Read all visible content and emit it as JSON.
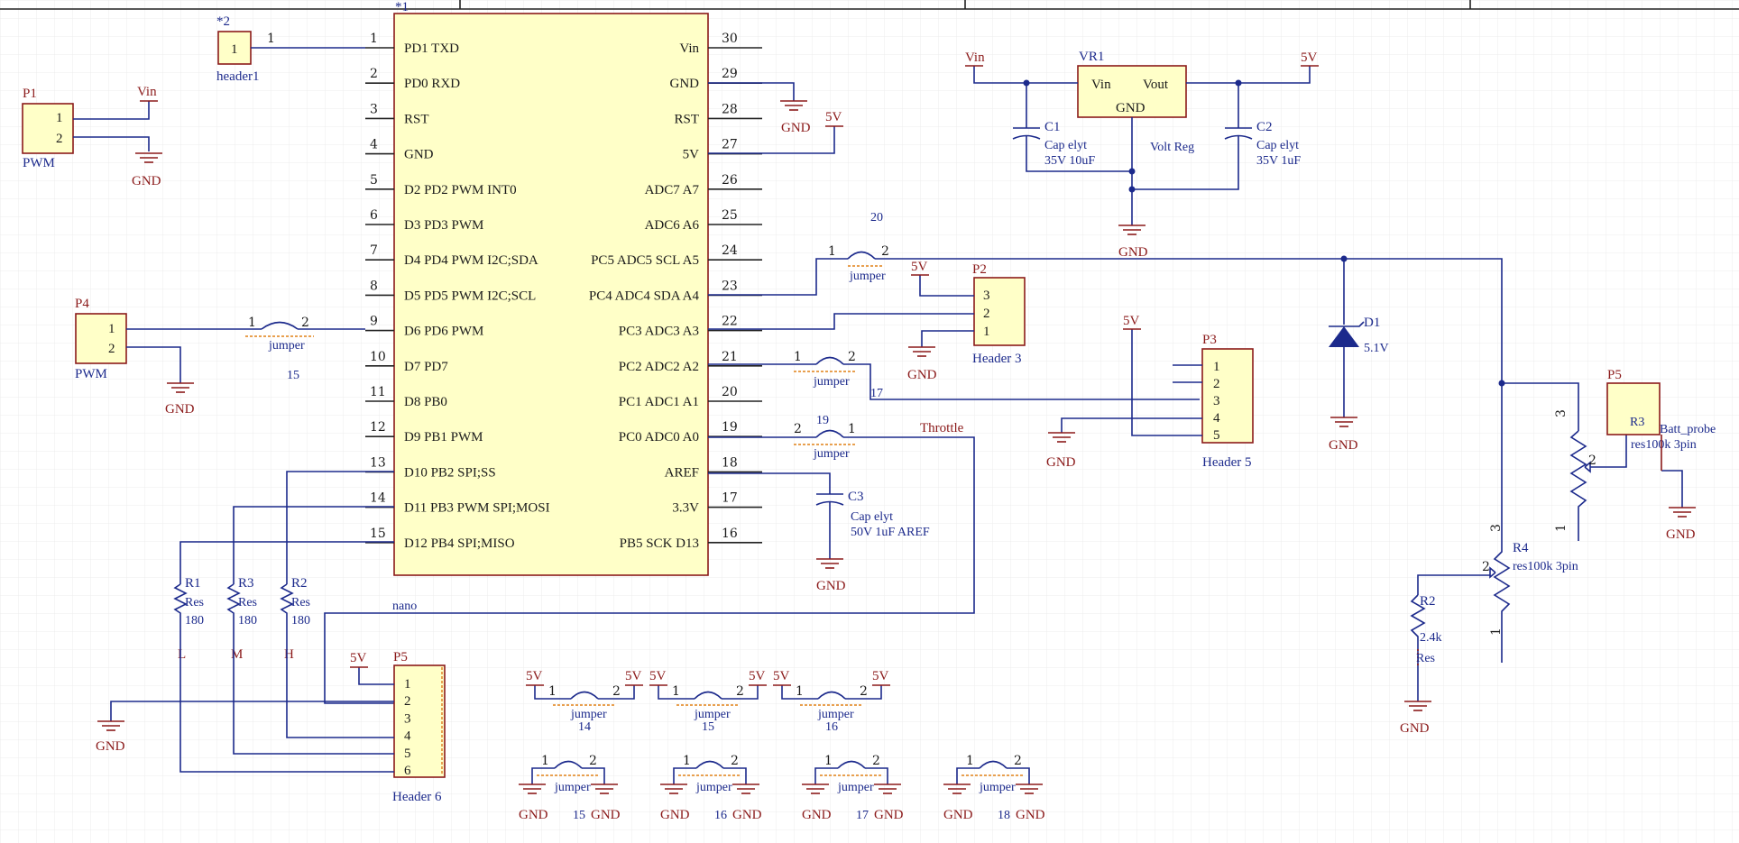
{
  "title_block": [
    "*1"
  ],
  "nano": {
    "designator": "*1",
    "name": "nano",
    "left_pins": [
      {
        "num": "1",
        "label": "PD1 TXD"
      },
      {
        "num": "2",
        "label": "PD0 RXD"
      },
      {
        "num": "3",
        "label": "RST"
      },
      {
        "num": "4",
        "label": "GND"
      },
      {
        "num": "5",
        "label": "D2 PD2 PWM INT0"
      },
      {
        "num": "6",
        "label": "D3 PD3 PWM"
      },
      {
        "num": "7",
        "label": "D4 PD4 PWM I2C;SDA"
      },
      {
        "num": "8",
        "label": "D5 PD5 PWM I2C;SCL"
      },
      {
        "num": "9",
        "label": "D6 PD6 PWM"
      },
      {
        "num": "10",
        "label": "D7 PD7"
      },
      {
        "num": "11",
        "label": "D8 PB0"
      },
      {
        "num": "12",
        "label": "D9 PB1 PWM"
      },
      {
        "num": "13",
        "label": "D10 PB2 SPI;SS"
      },
      {
        "num": "14",
        "label": "D11 PB3 PWM SPI;MOSI"
      },
      {
        "num": "15",
        "label": "D12 PB4 SPI;MISO"
      }
    ],
    "right_pins": [
      {
        "num": "30",
        "label": "Vin"
      },
      {
        "num": "29",
        "label": "GND"
      },
      {
        "num": "28",
        "label": "RST"
      },
      {
        "num": "27",
        "label": "5V"
      },
      {
        "num": "26",
        "label": "ADC7 A7"
      },
      {
        "num": "25",
        "label": "ADC6 A6"
      },
      {
        "num": "24",
        "label": "PC5 ADC5 SCL A5"
      },
      {
        "num": "23",
        "label": "PC4 ADC4 SDA A4"
      },
      {
        "num": "22",
        "label": "PC3 ADC3 A3"
      },
      {
        "num": "21",
        "label": "PC2 ADC2 A2"
      },
      {
        "num": "20",
        "label": "PC1 ADC1 A1"
      },
      {
        "num": "19",
        "label": "PC0 ADC0 A0"
      },
      {
        "num": "18",
        "label": "AREF"
      },
      {
        "num": "17",
        "label": "3.3V"
      },
      {
        "num": "16",
        "label": "PB5 SCK D13"
      }
    ]
  },
  "header1": {
    "designator": "*2",
    "name": "header1",
    "pin": "1",
    "net_num": "1"
  },
  "P1": {
    "designator": "P1",
    "name": "PWM",
    "pins": [
      "1",
      "2"
    ],
    "vin": "Vin",
    "gnd": "GND"
  },
  "P4": {
    "designator": "P4",
    "name": "PWM",
    "pins": [
      "1",
      "2"
    ],
    "gnd": "GND"
  },
  "jumper_9": {
    "name": "jumper",
    "num": "15",
    "p1": "1",
    "p2": "2"
  },
  "gnd_labels": {
    "nano29": "GND",
    "nano5v": "5V"
  },
  "VR1": {
    "designator": "VR1",
    "vin_pin": "Vin",
    "vout_pin": "Vout",
    "gnd_pin": "GND",
    "desc": "Volt Reg",
    "vin_port": "Vin",
    "vout_port": "5V",
    "gnd": "GND"
  },
  "C1": {
    "designator": "C1",
    "type": "Cap elyt",
    "value": "35V 10uF"
  },
  "C2": {
    "designator": "C2",
    "type": "Cap elyt",
    "value": "35V 1uF"
  },
  "C3": {
    "designator": "C3",
    "type": "Cap elyt",
    "value": "50V 1uF AREF",
    "gnd": "GND"
  },
  "jumper_20": {
    "name": "jumper",
    "num": "20",
    "p1": "1",
    "p2": "2"
  },
  "jumper_17": {
    "name": "jumper",
    "num": "17",
    "p1": "1",
    "p2": "2"
  },
  "jumper_19": {
    "name": "jumper",
    "num": "19",
    "p1": "2",
    "p2": "1",
    "net": "Throttle"
  },
  "P2": {
    "designator": "P2",
    "name": "Header 3",
    "pins": [
      "3",
      "2",
      "1"
    ],
    "v5": "5V",
    "gnd": "GND"
  },
  "P3": {
    "designator": "P3",
    "name": "Header 5",
    "pins": [
      "1",
      "2",
      "3",
      "4",
      "5"
    ],
    "v5": "5V",
    "gnd": "GND"
  },
  "D1": {
    "designator": "D1",
    "value": "5.1V",
    "gnd": "GND"
  },
  "P5_batt": {
    "designator": "P5",
    "name": "Batt_probe",
    "gnd": "GND"
  },
  "R3_pot": {
    "designator": "R3",
    "value": "res100k 3pin",
    "pin1": "1",
    "pin2": "2",
    "pin3": "3"
  },
  "R4_pot": {
    "designator": "R4",
    "value": "res100k 3pin",
    "pin1": "1",
    "pin2": "2",
    "pin3": "3"
  },
  "R2_right": {
    "designator": "R2",
    "value": "2.4k",
    "type": "Res",
    "gnd": "GND"
  },
  "res_left": [
    {
      "designator": "R1",
      "type": "Res",
      "value": "180",
      "tag": "L"
    },
    {
      "designator": "R3",
      "type": "Res",
      "value": "180",
      "tag": "M"
    },
    {
      "designator": "R2",
      "type": "Res",
      "value": "180",
      "tag": "H"
    }
  ],
  "P5_left": {
    "designator": "P5",
    "name": "Header 6",
    "pins": [
      "1",
      "2",
      "3",
      "4",
      "5",
      "6"
    ],
    "v5": "5V",
    "gnd": "GND"
  },
  "jumpers_row1": [
    {
      "left": "5V",
      "right": "5V",
      "p1": "1",
      "p2": "2",
      "name": "jumper",
      "num": "14"
    },
    {
      "left": "5V",
      "right": "5V",
      "p1": "1",
      "p2": "2",
      "name": "jumper",
      "num": "15"
    },
    {
      "left": "5V",
      "right": "5V",
      "p1": "1",
      "p2": "2",
      "name": "jumper",
      "num": "16"
    }
  ],
  "jumpers_row2": [
    {
      "left": "GND",
      "right": "GND",
      "p1": "1",
      "p2": "2",
      "name": "jumper",
      "num": "15"
    },
    {
      "left": "GND",
      "right": "GND",
      "p1": "1",
      "p2": "2",
      "name": "jumper",
      "num": "16"
    },
    {
      "left": "GND",
      "right": "GND",
      "p1": "1",
      "p2": "2",
      "name": "jumper",
      "num": "17"
    },
    {
      "left": "GND",
      "right": "GND",
      "p1": "1",
      "p2": "2",
      "name": "jumper",
      "num": "18"
    }
  ]
}
